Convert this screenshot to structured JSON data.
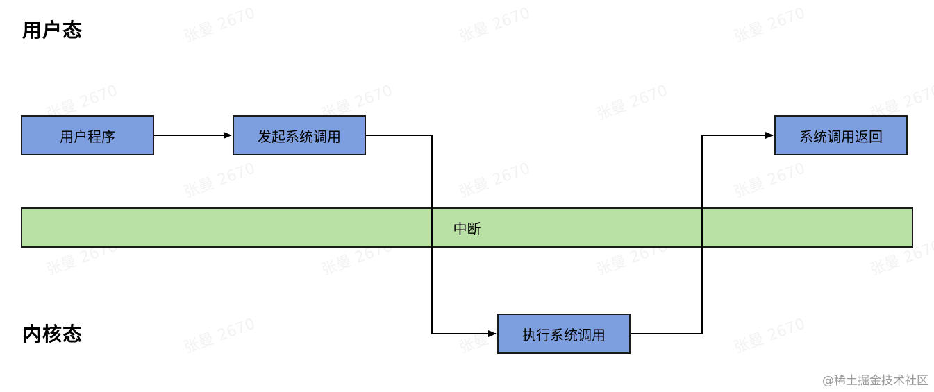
{
  "zones": {
    "user": "用户态",
    "kernel": "内核态"
  },
  "boxes": {
    "user_program": "用户程序",
    "initiate_syscall": "发起系统调用",
    "syscall_return": "系统调用返回",
    "execute_syscall": "执行系统调用"
  },
  "interrupt_band": "中断",
  "watermark_text": "张曼 2670",
  "credit": "@稀土掘金技术社区",
  "colors": {
    "box_fill": "#7e9fdf",
    "band_fill": "#b9e0a5",
    "border": "#1a1a1a"
  }
}
